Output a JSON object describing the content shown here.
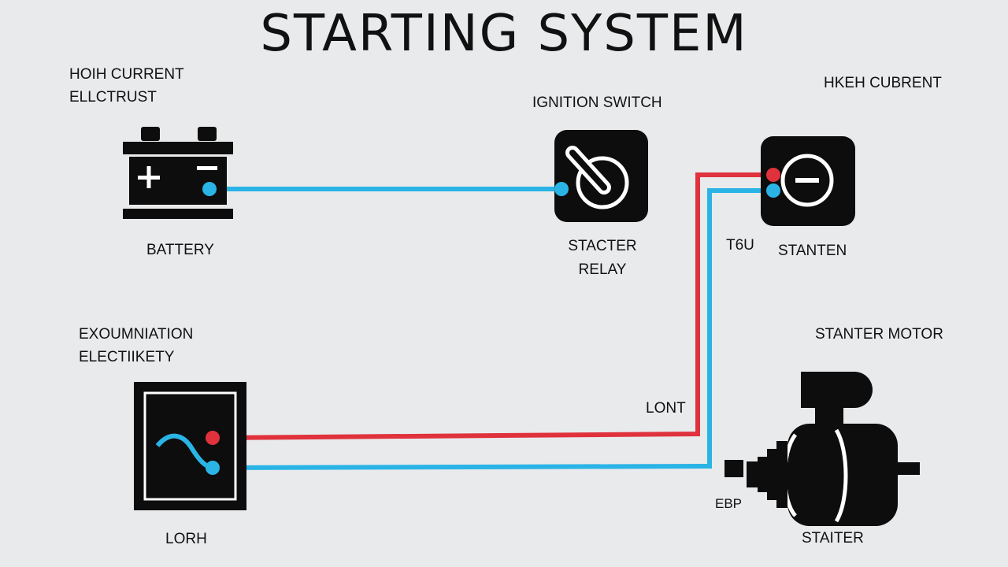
{
  "title": "STARTING SYSTEM",
  "labels": {
    "top_left_line1": "HOIH CURRENT",
    "top_left_line2": "ELLCTRUST",
    "battery": "BATTERY",
    "ignition_switch": "IGNITION SWITCH",
    "relay_line1": "STACTER",
    "relay_line2": "RELAY",
    "top_right": "HKEH CUBRENT",
    "t6u": "T6U",
    "stanten": "STANTEN",
    "mid_left_line1": "EXOUMNIATION",
    "mid_left_line2": "ELECTIIKETY",
    "starter_motor": "STANTER MOTOR",
    "lont": "LONT",
    "ebp": "EBP",
    "lorh": "LORH",
    "stalter": "STAITER"
  },
  "colors": {
    "wire_blue": "#2ab4e6",
    "wire_red": "#e0323c",
    "component": "#0d0d0d",
    "background": "#e9eaec"
  },
  "icons": {
    "battery": "battery-icon",
    "ignition": "ignition-key-icon",
    "starter_relay": "minus-circle-icon",
    "switch_box": "switch-box-icon",
    "motor": "starter-motor-icon"
  }
}
